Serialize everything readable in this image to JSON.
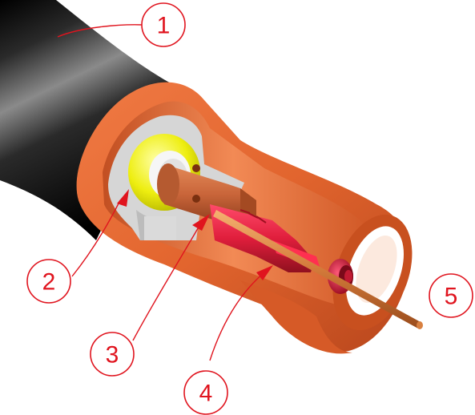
{
  "callouts": [
    {
      "id": "1",
      "label": "1",
      "color": "#e0141e"
    },
    {
      "id": "2",
      "label": "2",
      "color": "#e0141e"
    },
    {
      "id": "3",
      "label": "3",
      "color": "#e0141e"
    },
    {
      "id": "4",
      "label": "4",
      "color": "#e0141e"
    },
    {
      "id": "5",
      "label": "5",
      "color": "#e0141e"
    }
  ],
  "colors": {
    "outer_jacket": "#111111",
    "shield": "#e2652e",
    "foil": "#d8d8d8",
    "dielectric": "#f0f000",
    "inner_conductor": "#d06a38",
    "center_pin": "#e01e3c"
  }
}
